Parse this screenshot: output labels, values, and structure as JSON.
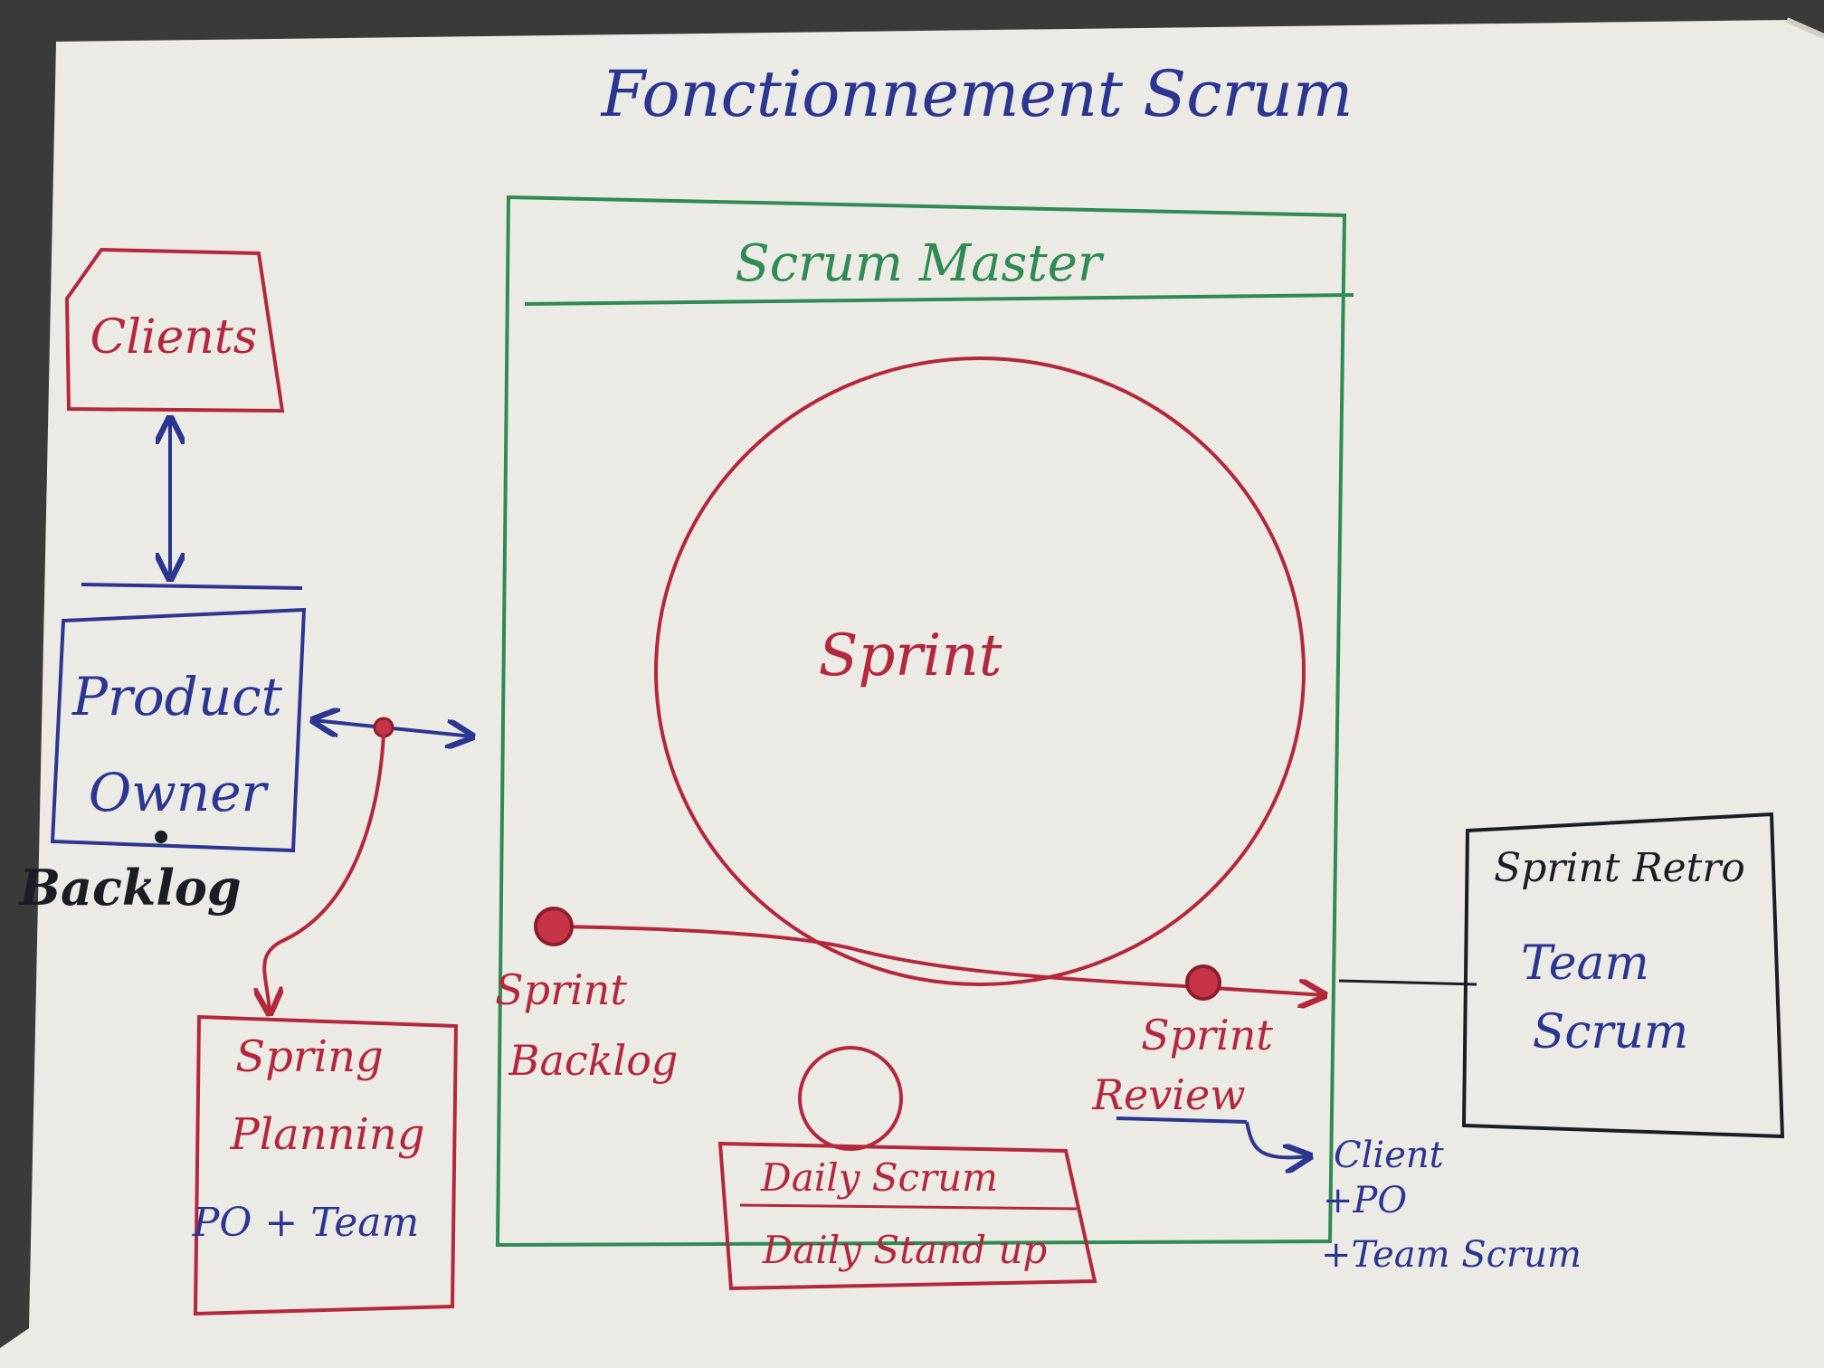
{
  "diagram": {
    "title": "Fonctionnement Scrum",
    "scrum_master": "Scrum Master",
    "sprint": "Sprint",
    "clients": "Clients",
    "product_owner": {
      "line1": "Product",
      "line2": "Owner"
    },
    "backlog": "Backlog",
    "spring_planning": {
      "line1": "Spring",
      "line2": "Planning",
      "who": "PO + Team"
    },
    "sprint_backlog": {
      "line1": "Sprint",
      "line2": "Backlog"
    },
    "daily": {
      "line1": "Daily Scrum",
      "line2": "Daily Stand up"
    },
    "sprint_review": {
      "line1": "Sprint",
      "line2": "Review"
    },
    "review_attendees": [
      "Client",
      "+PO",
      "+Team Scrum"
    ],
    "sprint_retro": {
      "title": "Sprint Retro",
      "line1": "Team",
      "line2": "Scrum"
    }
  },
  "colors": {
    "paper": "#ebeae4",
    "ink_blue": "#2c3691",
    "ink_red": "#b3283c",
    "ink_green": "#2f8a54",
    "ink_black": "#1c1c24"
  }
}
